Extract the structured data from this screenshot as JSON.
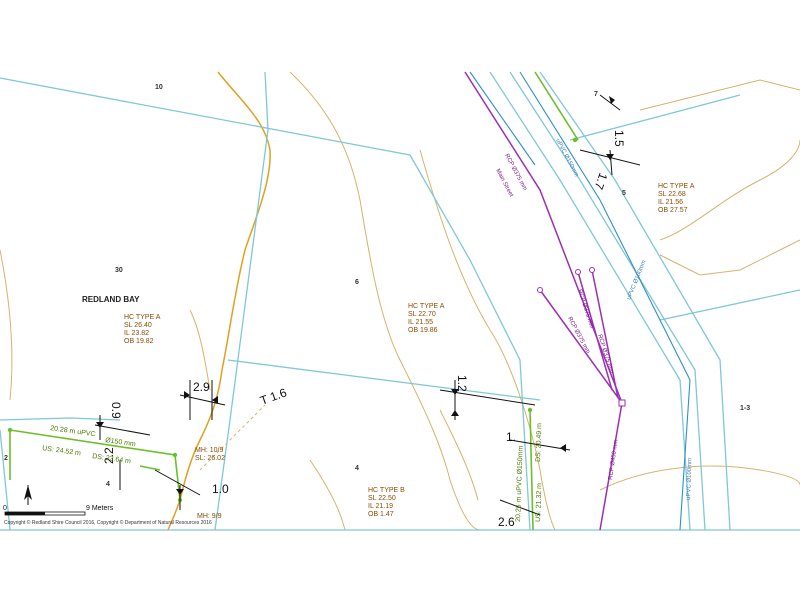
{
  "map": {
    "suburb": "REDLAND BAY",
    "lots": {
      "lot_10": "10",
      "lot_30": "30",
      "lot_6": "6",
      "lot_4": "4",
      "lot_5": "5",
      "lot_7": "7",
      "lot_4_left": "4",
      "lot_1_3": "1-3",
      "lot_2_left": "2"
    },
    "house_connections": {
      "hc_30": {
        "type": "HC TYPE A",
        "sl": "SL 26.40",
        "il": "IL 23.82",
        "ob": "OB 19.82"
      },
      "hc_6": {
        "type": "HC TYPE A",
        "sl": "SL 22.70",
        "il": "IL 21.55",
        "ob": "OB 19.86"
      },
      "hc_4": {
        "type": "HC TYPE B",
        "sl": "SL 22.50",
        "il": "IL 21.19",
        "ob": "OB 1.47"
      },
      "hc_5": {
        "type": "HC TYPE A",
        "sl": "SL 22.68",
        "il": "IL 21.56",
        "ob": "OB 27.57"
      }
    },
    "dimensions": {
      "d_2_9": "2.9",
      "d_t_1_6": "T 1.6",
      "d_0_9": "0.9",
      "d_2_2": "2.2",
      "d_1_0": "1.0",
      "d_1_2": "1.2",
      "d_1_5": "1.5",
      "d_1_7": "1.7",
      "d_1_1": "1.",
      "d_2_6": "2.6"
    },
    "pipe_labels": {
      "green_main": "20.28 m uPVC",
      "green_dia": "Ø150 mm",
      "us_left": "US: 24.52 m",
      "ds_left": "DS: 23.64 m",
      "mh": "MH: 10/9",
      "mh_sl": "SL: 26.02",
      "mh_bottom": "MH: 9/9",
      "green_right": "20.26 m uPVC Ø150mm",
      "us_right": "US: 21.32 m",
      "ds_right": "DS: 20.49 m",
      "blue_top": "uPVC Ø150mm",
      "blue_mid": "uPVC Ø100mm",
      "blue_bottom": "uPVC Ø100mm",
      "purple_top": "RCP Ø375 mm",
      "purple_top_sub": "Main Street",
      "purple_a": "RCP Ø375 mm",
      "purple_b": "RCP Ø375 mm",
      "purple_c": "RCP Ø375 mm",
      "purple_bottom": "RCP Ø450 mm"
    },
    "scale": {
      "zero": "0",
      "label": "9 Meters"
    },
    "copyright": "Copyright © Redland Shire Council 2016, Copyright © Department of Natural Resources 2016",
    "colors": {
      "boundary": "#7fc7d9",
      "contour": "#d9b26b",
      "water": "#2f8fce",
      "stormwater": "#9b2fb5",
      "sewer": "#6cbf2a",
      "gas": "#e0a020"
    }
  }
}
